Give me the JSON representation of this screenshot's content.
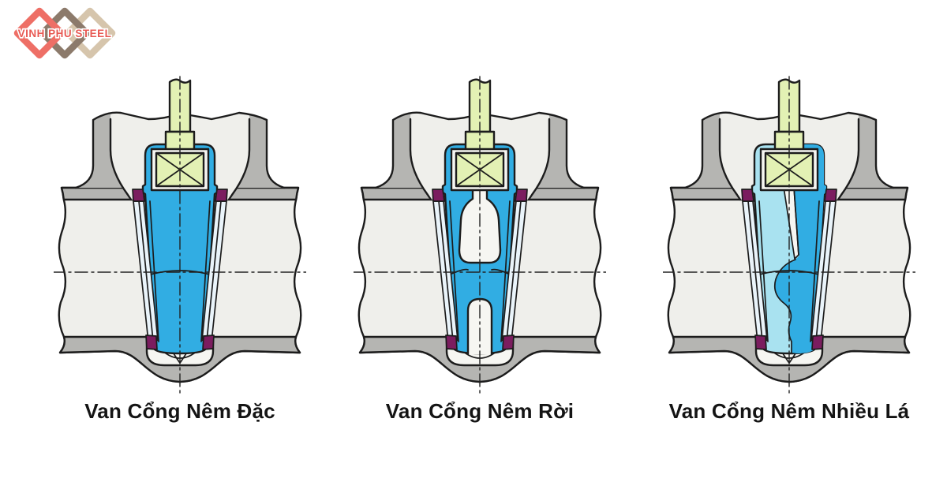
{
  "logo": {
    "text": "VINH PHU STEEL",
    "diamond_colors": [
      "#ee6f66",
      "#8c7a6b",
      "#d6c5ac"
    ],
    "text_color": "#e85a54",
    "icon": "interlocked-diamonds-icon"
  },
  "figures": [
    {
      "id": "solid-wedge",
      "label": "Van Cổng Nêm Đặc",
      "wedge_style": "solid"
    },
    {
      "id": "split-wedge",
      "label": "Van Cổng Nêm Rời",
      "wedge_style": "split"
    },
    {
      "id": "flexible-wedge",
      "label": "Van Cổng Nêm Nhiều Lá",
      "wedge_style": "multi-leaf"
    }
  ],
  "palette": {
    "c-line": "#1c1c1c",
    "c-gray": "#b5b5b2",
    "c-light": "#efefeb",
    "c-blue": "#31ade3",
    "c-cyan": "#a9e2f0",
    "c-seat": "#eaf4fa",
    "c-purple": "#7b1d5f",
    "c-green": "#e3f1b4",
    "c-white": "#f6f6f2",
    "c-caption": "#141414",
    "c-logo-red": "#e85a54"
  }
}
